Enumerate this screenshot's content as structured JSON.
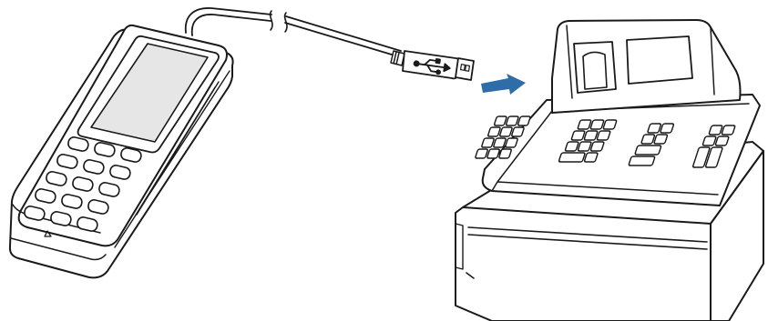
{
  "diagram": {
    "type": "line-illustration",
    "elements": [
      {
        "id": "payment-terminal",
        "icon": "payment-terminal-icon"
      },
      {
        "id": "usb-cable",
        "icon": "cable-icon",
        "detail": "broken-cable-mark"
      },
      {
        "id": "usb-plug",
        "icon": "usb-plug-icon",
        "symbol": "usb-symbol-icon"
      },
      {
        "id": "connect-arrow",
        "icon": "arrow-right-icon"
      },
      {
        "id": "cash-register",
        "icon": "cash-register-icon"
      }
    ]
  },
  "colors": {
    "line": "#1a1a1a",
    "fill": "#ffffff",
    "screen": "#e6e6e6",
    "accent": "#2e6da8",
    "background": "#ffffff"
  }
}
